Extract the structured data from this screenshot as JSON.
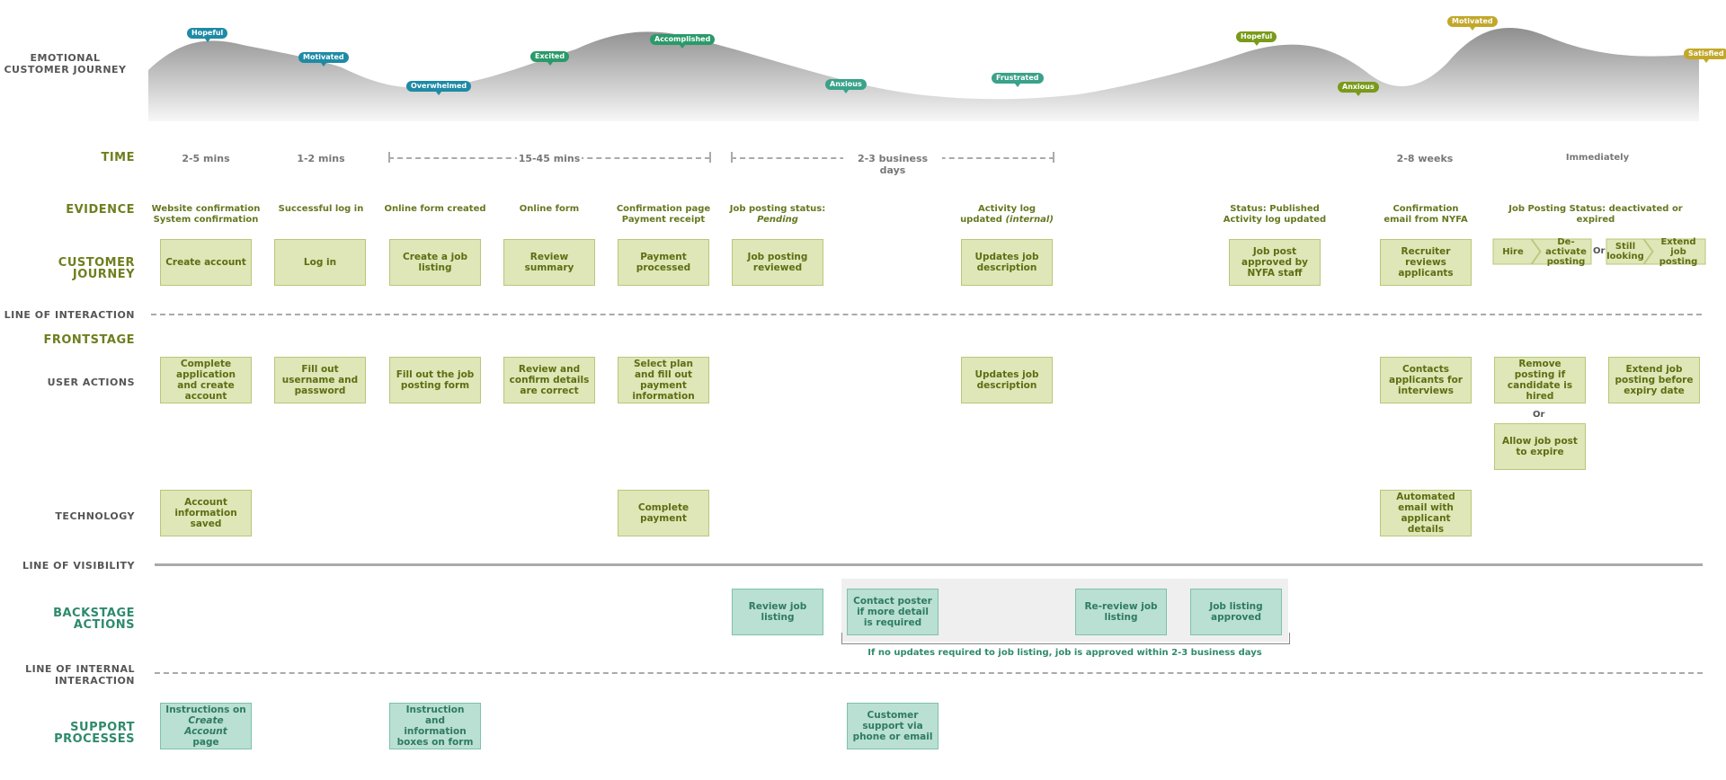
{
  "labels": {
    "emotional": "EMOTIONAL CUSTOMER JOURNEY",
    "time": "TIME",
    "evidence": "EVIDENCE",
    "customer_journey": "CUSTOMER JOURNEY",
    "line_interaction": "LINE OF INTERACTION",
    "frontstage": "FRONTSTAGE",
    "user_actions": "USER ACTIONS",
    "technology": "TECHNOLOGY",
    "line_visibility": "LINE OF VISIBILITY",
    "backstage": "BACKSTAGE ACTIONS",
    "line_internal": "LINE OF INTERNAL INTERACTION",
    "support": "SUPPORT PROCESSES"
  },
  "emotions": {
    "e1": "Hopeful",
    "e2": "Motivated",
    "e3": "Overwhelmed",
    "e4": "Excited",
    "e5": "Accomplished",
    "e6": "Anxious",
    "e7": "Frustrated",
    "e8": "Hopeful",
    "e9": "Anxious",
    "e10": "Motivated",
    "e11": "Satisfied"
  },
  "colors": {
    "blue": "#1e8aa6",
    "green": "#2a9a6a",
    "olive": "#7a9a1a",
    "gold": "#c2a82a",
    "teal": "#3aa28a"
  },
  "time": {
    "t1": "2-5 mins",
    "t2": "1-2 mins",
    "t3": "15-45 mins",
    "t4": "2-3 business days",
    "t5": "2-8 weeks",
    "t6": "Immediately"
  },
  "evidence": {
    "e1a": "Website confirmation",
    "e1b": "System confirmation",
    "e2": "Successful log in",
    "e3": "Online form created",
    "e4": "Online form",
    "e5a": "Confirmation page",
    "e5b": "Payment receipt",
    "e6a": "Job posting status:",
    "e6b": "Pending",
    "e7a": "Activity log",
    "e7b": "updated",
    "e7c": "(internal)",
    "e8a": "Status: Published",
    "e8b": "Activity log updated",
    "e9a": "Confirmation",
    "e9b": "email from NYFA",
    "e10": "Job Posting Status: deactivated or expired"
  },
  "journey": {
    "j1": "Create account",
    "j2": "Log in",
    "j3": "Create a job listing",
    "j4": "Review summary",
    "j5": "Payment processed",
    "j6": "Job posting reviewed",
    "j7": "Updates job description",
    "j8": "Job post approved by NYFA staff",
    "j9": "Recruiter reviews applicants",
    "j10a": "Hire",
    "j10b": "De-activate posting",
    "j10or": "Or",
    "j10c": "Still looking",
    "j10d": "Extend job posting"
  },
  "user_actions": {
    "u1": "Complete application and create account",
    "u2": "Fill out username and password",
    "u3": "Fill out the job posting form",
    "u4": "Review and confirm details are correct",
    "u5": "Select plan and fill out payment information",
    "u6": "Updates job description",
    "u7": "Contacts applicants for interviews",
    "u8": "Remove posting if candidate is hired",
    "u8or": "Or",
    "u9": "Allow job post to expire",
    "u10": "Extend job posting before expiry date"
  },
  "technology": {
    "t1": "Account information saved",
    "t2": "Complete payment",
    "t3": "Automated email with applicant details"
  },
  "backstage": {
    "b1": "Review job listing",
    "b2": "Contact poster if more detail is required",
    "b3": "Re-review job listing",
    "b4": "Job listing approved",
    "note": "If no updates required to job listing, job is approved within 2-3 business days"
  },
  "support": {
    "s1a": "Instructions on",
    "s1b": "Create Account",
    "s1c": "page",
    "s2": "Instruction and information boxes on form",
    "s3": "Customer support via phone or email"
  }
}
